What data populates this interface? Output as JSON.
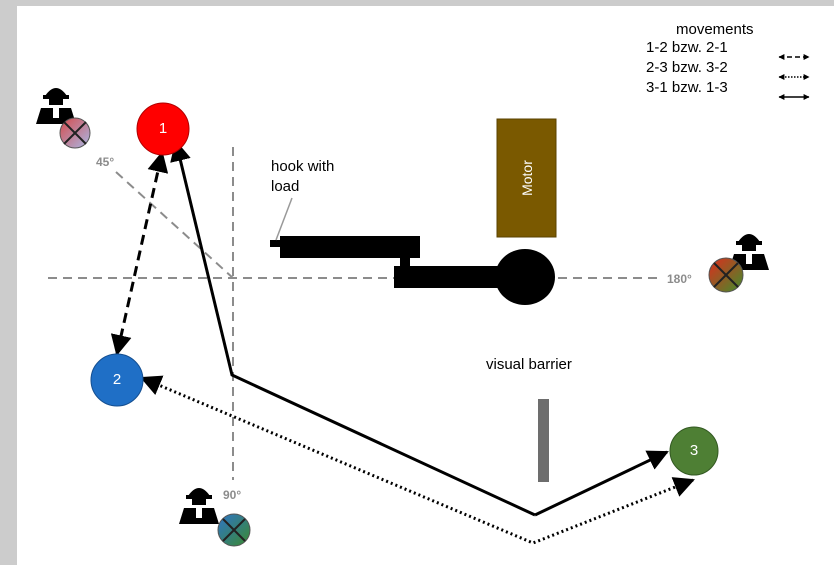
{
  "legend": {
    "title": "movements",
    "items": [
      {
        "label": "1-2 bzw. 2-1",
        "style": "dashed"
      },
      {
        "label": "2-3 bzw. 3-2",
        "style": "dotted"
      },
      {
        "label": "3-1 bzw. 1-3",
        "style": "solid"
      }
    ]
  },
  "nodes": [
    {
      "id": "1",
      "color": "#ff0000"
    },
    {
      "id": "2",
      "color": "#1f6fc6"
    },
    {
      "id": "3",
      "color": "#4e7f34"
    }
  ],
  "labels": {
    "hook": "hook with load",
    "hook_line1": "hook with",
    "hook_line2": "load",
    "barrier": "visual barrier",
    "motor": "Motor",
    "angle_45": "45°",
    "angle_90": "90°",
    "angle_180": "180°"
  },
  "colors": {
    "motor": "#7a5900",
    "barrier": "#6d6d6d",
    "guide_lines": "#8c8c8c",
    "frame": "#cccccc"
  },
  "icons": [
    "worker-45-icon",
    "worker-90-icon",
    "worker-180-icon"
  ]
}
